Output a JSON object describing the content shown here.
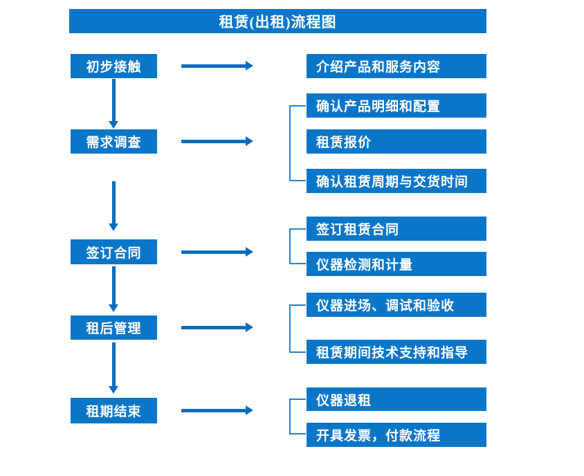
{
  "diagram": {
    "title": "租赁(出租)流程图",
    "accent_color": "#0a76c8",
    "arrow_color": "#0a6cbe",
    "bracket_color": "#2a7fc4",
    "text_color": "#ffffff",
    "background_color": "#ffffff"
  },
  "stages": [
    {
      "id": "stage-1",
      "label": "初步接触"
    },
    {
      "id": "stage-2",
      "label": "需求调查"
    },
    {
      "id": "stage-3",
      "label": "签订合同"
    },
    {
      "id": "stage-4",
      "label": "租后管理"
    },
    {
      "id": "stage-5",
      "label": "租期结束"
    }
  ],
  "details": [
    {
      "id": "detail-1",
      "label": "介绍产品和服务内容"
    },
    {
      "id": "detail-2",
      "label": "确认产品明细和配置"
    },
    {
      "id": "detail-3",
      "label": "租赁报价"
    },
    {
      "id": "detail-4",
      "label": "确认租赁周期与交货时间"
    },
    {
      "id": "detail-5",
      "label": "签订租赁合同"
    },
    {
      "id": "detail-6",
      "label": "仪器检测和计量"
    },
    {
      "id": "detail-7",
      "label": "仪器进场、调试和验收"
    },
    {
      "id": "detail-8",
      "label": "租赁期间技术支持和指导"
    },
    {
      "id": "detail-9",
      "label": "仪器退租"
    },
    {
      "id": "detail-10",
      "label": "开具发票，付款流程"
    }
  ],
  "connectors": {
    "horizontal_arrow_count": 5,
    "vertical_arrow_count": 4,
    "bracket_count": 4
  }
}
